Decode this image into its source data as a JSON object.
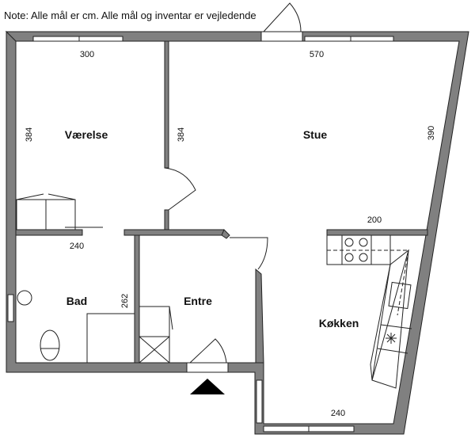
{
  "note": "Note: Alle mål er cm. Alle mål og inventar er vejledende",
  "rooms": {
    "vaerelse": "Værelse",
    "stue": "Stue",
    "bad": "Bad",
    "entre": "Entre",
    "kokken": "Køkken"
  },
  "dimensions": {
    "vaerelse_width": "300",
    "vaerelse_depth": "384",
    "stue_width": "570",
    "stue_depth_left": "384",
    "stue_depth_right": "390",
    "kitchen_counter": "200",
    "bad_width": "240",
    "bad_depth": "262",
    "kitchen_width": "240"
  },
  "colors": {
    "wall": "#808080",
    "line": "#222222"
  }
}
